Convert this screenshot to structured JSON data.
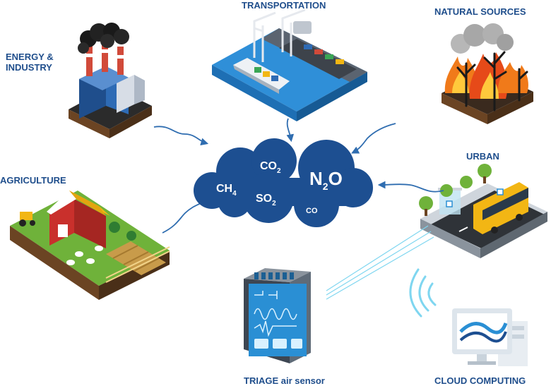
{
  "labels": {
    "energy_line1": "ENERGY &",
    "energy_line2": "INDUSTRY",
    "transportation": "TRANSPORTATION",
    "natural_sources": "NATURAL SOURCES",
    "agriculture": "AGRICULTURE",
    "urban": "URBAN",
    "sensor": "TRIAGE air sensor",
    "cloud": "CLOUD COMPUTING"
  },
  "gases": {
    "co2": {
      "base": "CO",
      "sub": "2"
    },
    "ch4": {
      "base": "CH",
      "sub": "4"
    },
    "so2": {
      "base": "SO",
      "sub": "2"
    },
    "n2o": {
      "pre": "N",
      "sub": "2",
      "post": "O"
    },
    "co": {
      "base": "CO"
    }
  },
  "colors": {
    "brand_blue": "#1f4e8c",
    "cloud_blue": "#1d4f91",
    "arrow_blue": "#2f6db0",
    "beam_cyan": "#7fd6f0",
    "ground_green": "#6fb23a",
    "soil_brown": "#6b4423",
    "fire_orange": "#f07a1a",
    "bus_yellow": "#f2b614",
    "water_blue": "#2f8fd8",
    "sensor_blue": "#2a8fd4"
  },
  "icons": {
    "factory": "factory-icon",
    "port": "port-icon",
    "fire": "wildfire-icon",
    "farm": "farm-icon",
    "city": "city-bus-stop-icon",
    "sensor": "air-sensor-icon",
    "cloud": "cloud-computing-icon"
  }
}
